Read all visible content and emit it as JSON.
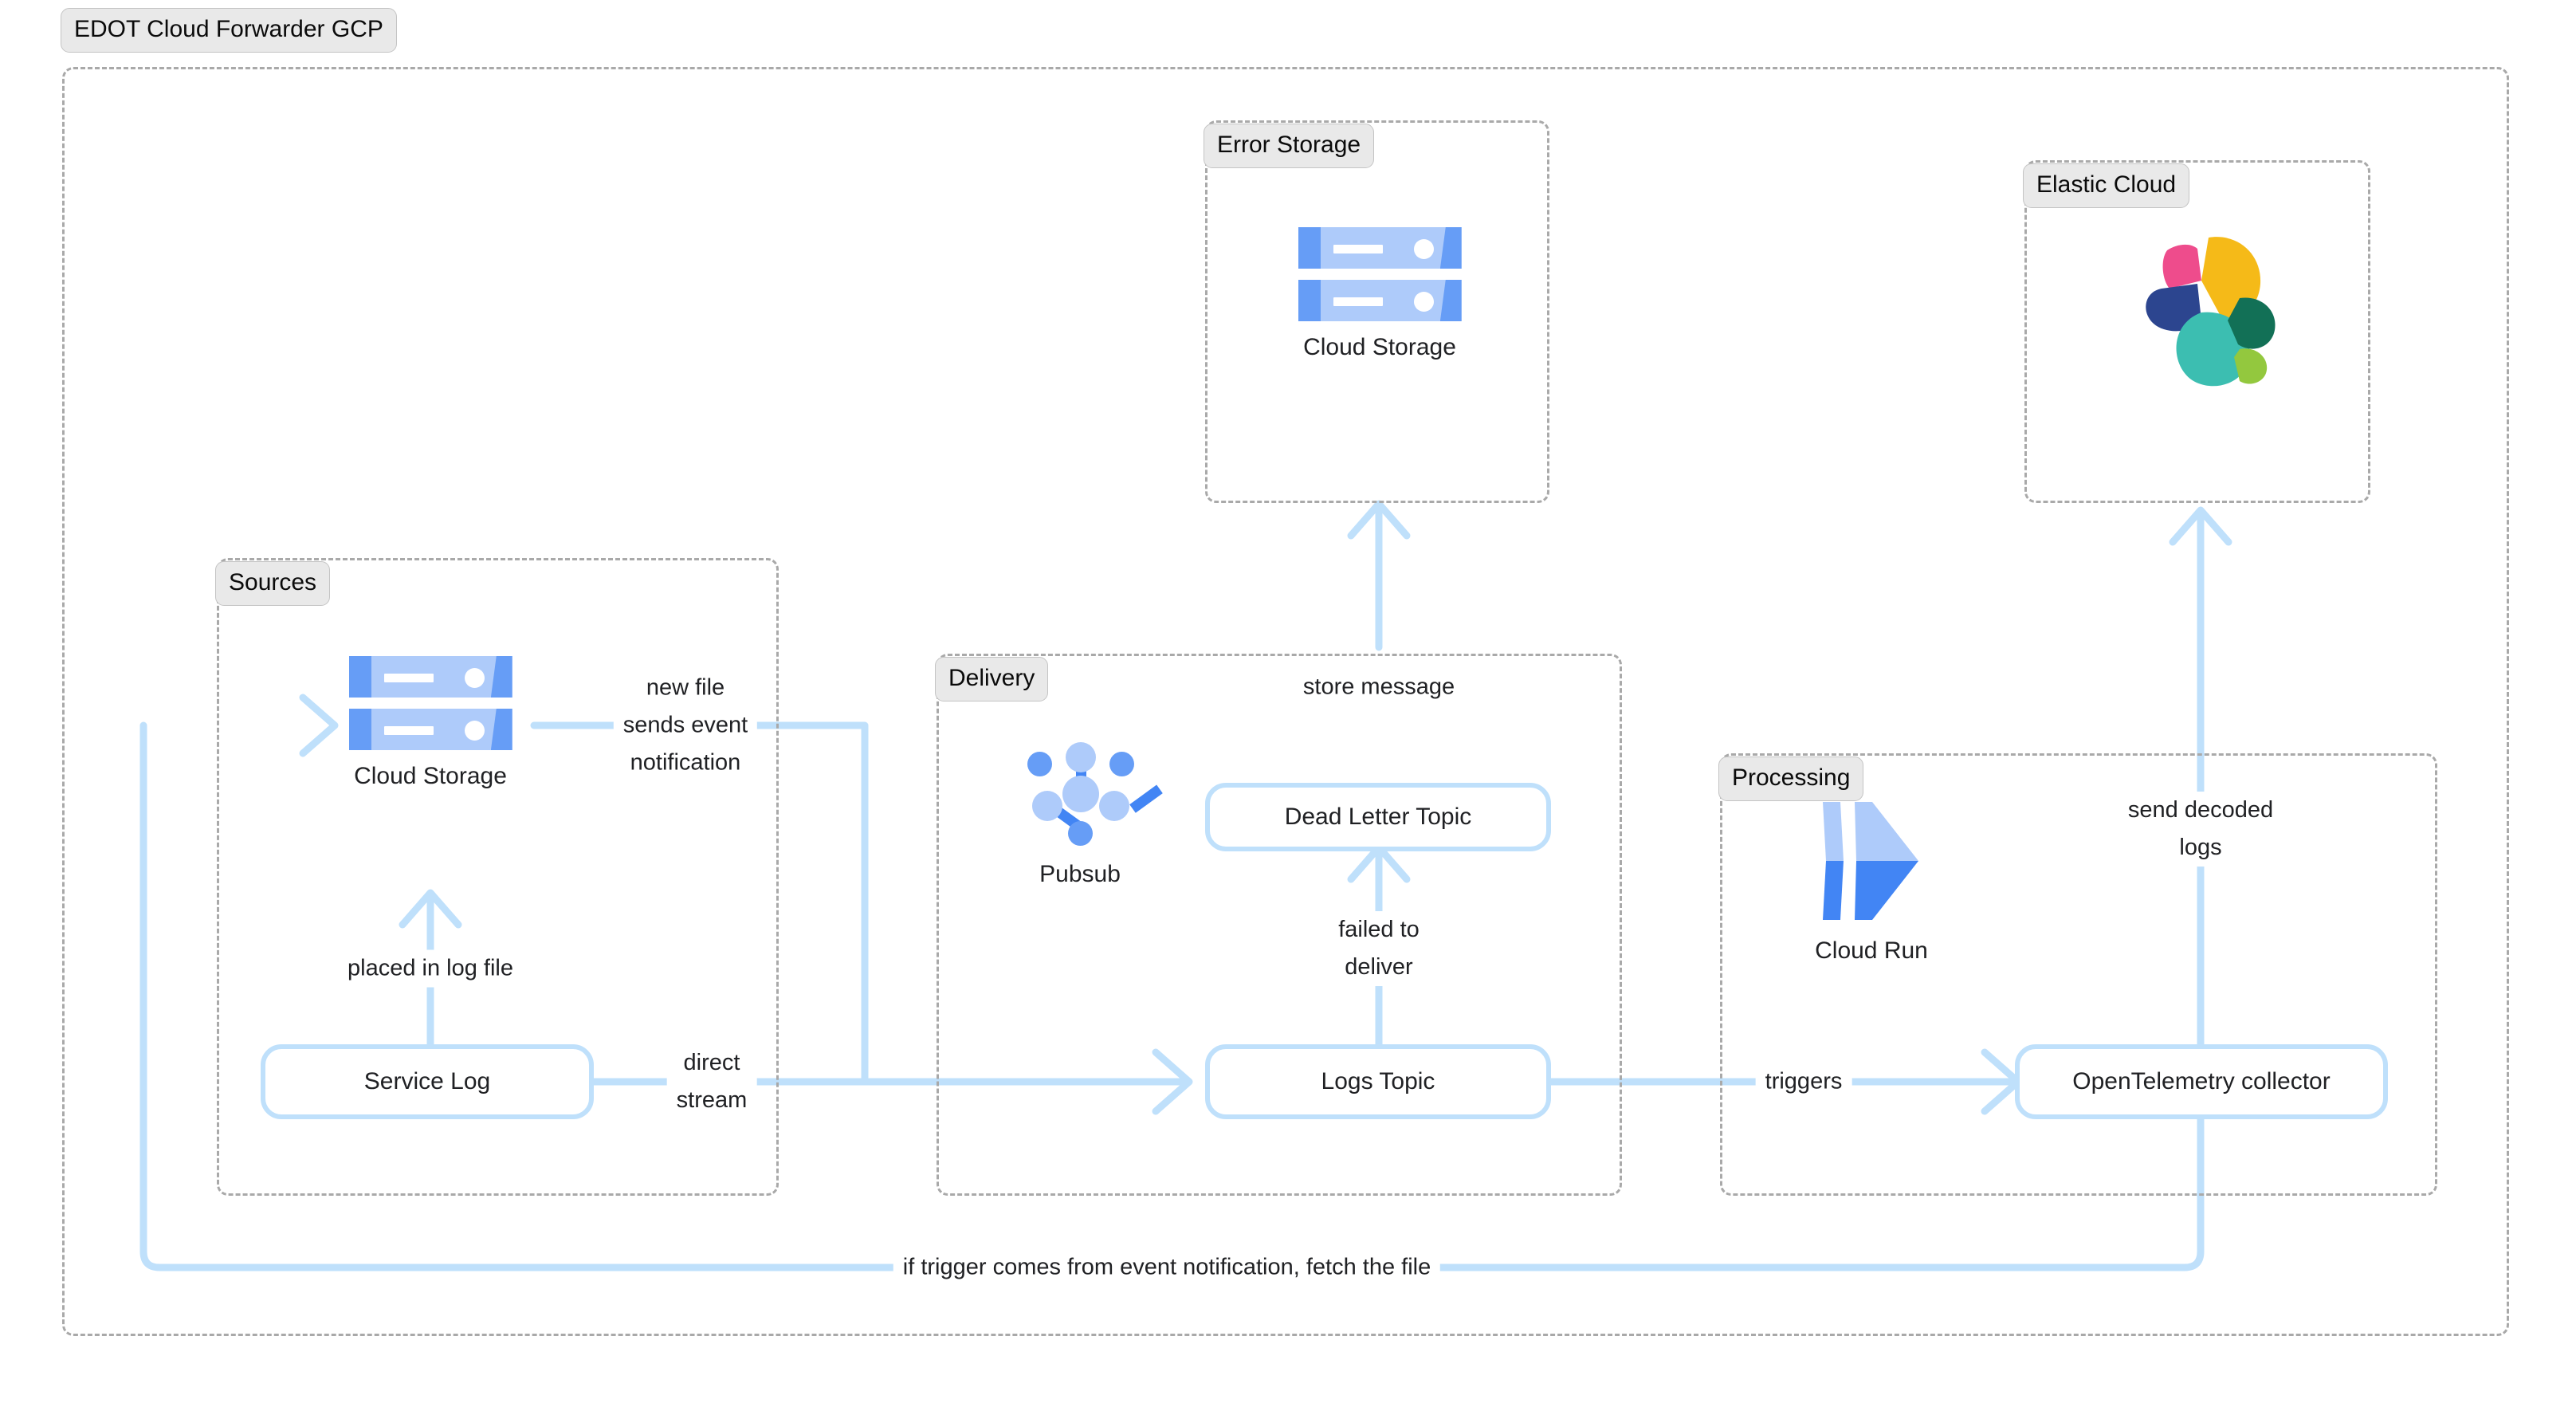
{
  "diagram": {
    "title": "EDOT Cloud Forwarder GCP",
    "groups": [
      {
        "id": "root",
        "label": "EDOT Cloud Forwarder GCP"
      },
      {
        "id": "error_storage",
        "label": "Error Storage"
      },
      {
        "id": "elastic_cloud",
        "label": "Elastic Cloud"
      },
      {
        "id": "sources",
        "label": "Sources"
      },
      {
        "id": "delivery",
        "label": "Delivery"
      },
      {
        "id": "processing",
        "label": "Processing"
      }
    ],
    "nodes": [
      {
        "id": "error_cloud_storage",
        "label": "Cloud Storage",
        "type": "icon",
        "icon": "google-cloud-storage-icon",
        "group": "error_storage"
      },
      {
        "id": "elastic_logo",
        "label": "",
        "type": "icon",
        "icon": "elastic-logo-icon",
        "group": "elastic_cloud"
      },
      {
        "id": "sources_cloud_storage",
        "label": "Cloud Storage",
        "type": "icon",
        "icon": "google-cloud-storage-icon",
        "group": "sources"
      },
      {
        "id": "service_log",
        "label": "Service Log",
        "type": "box",
        "group": "sources"
      },
      {
        "id": "pubsub",
        "label": "Pubsub",
        "type": "icon",
        "icon": "google-pubsub-icon",
        "group": "delivery"
      },
      {
        "id": "dead_letter_topic",
        "label": "Dead Letter Topic",
        "type": "box",
        "group": "delivery"
      },
      {
        "id": "logs_topic",
        "label": "Logs Topic",
        "type": "box",
        "group": "delivery"
      },
      {
        "id": "cloud_run",
        "label": "Cloud Run",
        "type": "icon",
        "icon": "google-cloud-run-icon",
        "group": "processing"
      },
      {
        "id": "otel_collector",
        "label": "OpenTelemetry collector",
        "type": "box",
        "group": "processing"
      }
    ],
    "edges": [
      {
        "id": "e_new_file",
        "from": "sources_cloud_storage",
        "to": "logs_topic",
        "label": "new file\nsends event\nnotification"
      },
      {
        "id": "e_placed",
        "from": "service_log",
        "to": "sources_cloud_storage",
        "label": "placed in log file"
      },
      {
        "id": "e_direct",
        "from": "service_log",
        "to": "logs_topic",
        "label": "direct\nstream"
      },
      {
        "id": "e_failed",
        "from": "logs_topic",
        "to": "dead_letter_topic",
        "label": "failed to\ndeliver"
      },
      {
        "id": "e_store",
        "from": "dead_letter_topic",
        "to": "error_cloud_storage",
        "label": "store message"
      },
      {
        "id": "e_triggers",
        "from": "logs_topic",
        "to": "otel_collector",
        "label": "triggers"
      },
      {
        "id": "e_send_decoded",
        "from": "otel_collector",
        "to": "elastic_logo",
        "label": "send decoded\nlogs"
      },
      {
        "id": "e_fetch",
        "from": "otel_collector",
        "to": "sources_cloud_storage",
        "label": "if trigger comes from event notification, fetch the file"
      }
    ],
    "colors": {
      "edge": "#bfe0fb",
      "node_border": "#bfe0fb",
      "group_border": "#a9a9a9",
      "group_label_bg": "#e9e9e9",
      "text": "#202124",
      "gcp_blue_light": "#aecbfa",
      "gcp_blue": "#669df6",
      "gcp_blue_dark": "#4285f4",
      "elastic_pink": "#ee4c8c",
      "elastic_yellow": "#f5ba18",
      "elastic_blue": "#2c458f",
      "elastic_teal": "#3cbeb1",
      "elastic_darkgreen": "#127056",
      "elastic_green": "#93c83e"
    }
  }
}
